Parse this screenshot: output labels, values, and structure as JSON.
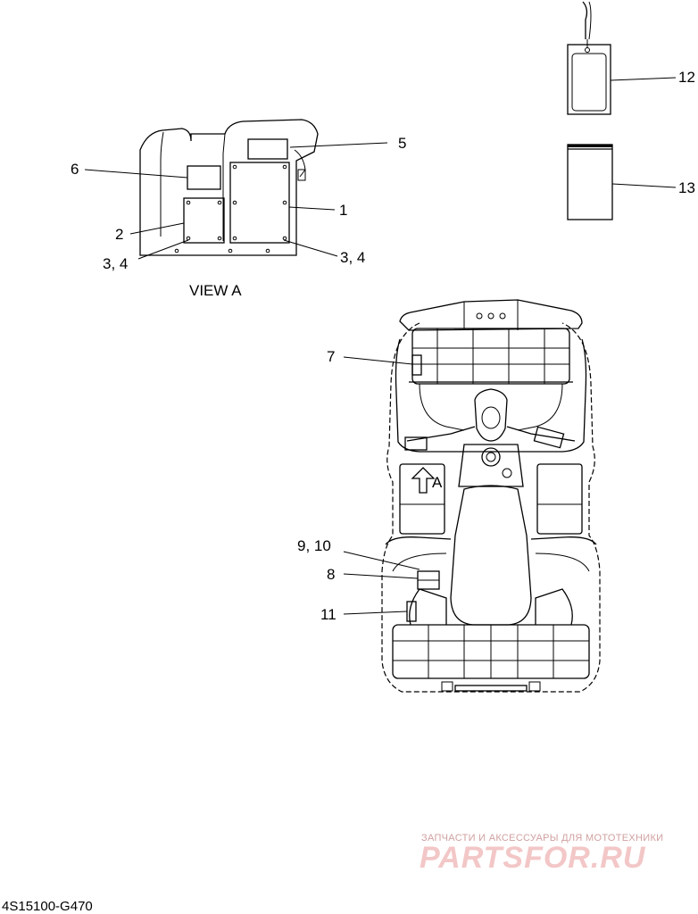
{
  "view_title": "VIEW A",
  "part_code": "4S15100-G470",
  "callouts": {
    "c1": "1",
    "c2": "2",
    "c34_left": "3, 4",
    "c34_right": "3, 4",
    "c5": "5",
    "c6": "6",
    "c7": "7",
    "c8": "8",
    "c910": "9, 10",
    "c11": "11",
    "c12": "12",
    "c13": "13"
  },
  "arrow_label": "A",
  "watermark": {
    "tagline": "ЗАПЧАСТИ И АКСЕССУАРЫ ДЛЯ МОТОТЕХНИКИ",
    "logo": "PARTSFOR.RU"
  }
}
